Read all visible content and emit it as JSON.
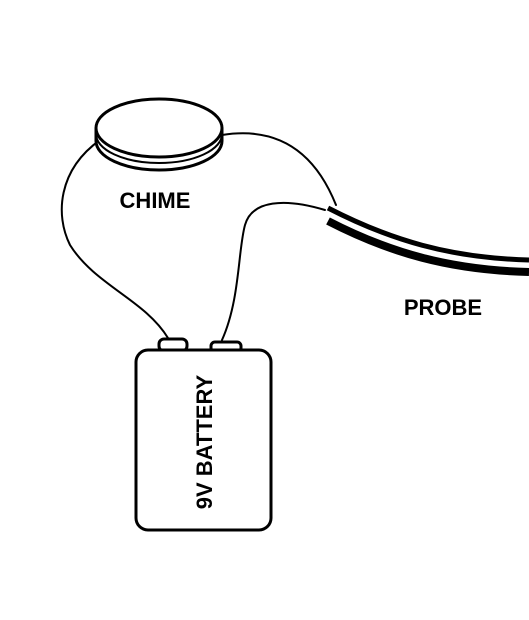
{
  "diagram": {
    "labels": {
      "chime": "CHIME",
      "probe": "PROBE",
      "battery": "9V BATTERY"
    },
    "colors": {
      "stroke": "#000000",
      "background": "#ffffff"
    }
  }
}
